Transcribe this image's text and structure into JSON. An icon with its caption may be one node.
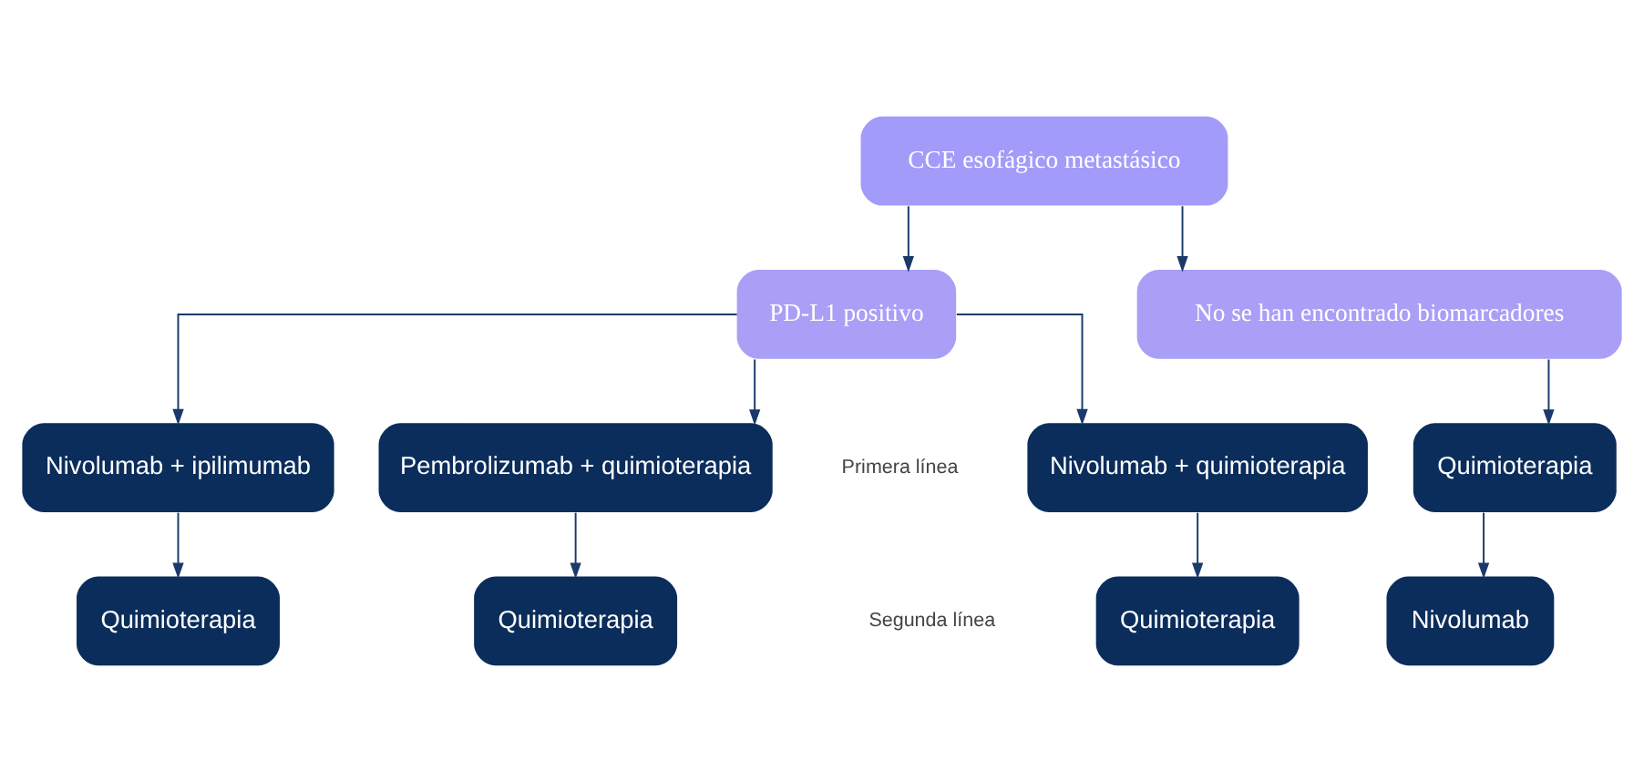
{
  "diagram": {
    "nodes": [
      {
        "text": [
          "CCE esofágico metastásico"
        ]
      },
      {
        "text": [
          "No se han encontrado biomarcadores"
        ]
      },
      {
        "text": [
          "PD-L1 positivo"
        ]
      },
      {
        "text": [
          "Quimioterapia"
        ]
      },
      {
        "text": [
          "Pembrolizumab + quimioterapia"
        ]
      },
      {
        "text": [
          "Nivolumab + quimioterapia"
        ]
      },
      {
        "text": [
          "Nivolumab + ipilimumab"
        ]
      },
      {
        "text": [
          "Nivolumab"
        ]
      },
      {
        "text": [
          "Quimioterapia"
        ]
      },
      {
        "text": [
          "Quimioterapia"
        ]
      },
      {
        "text": [
          "Quimioterapia"
        ]
      }
    ],
    "edges": [
      {
        "from": 0,
        "to": 1,
        "arrow": "to"
      },
      {
        "from": 0,
        "to": 2,
        "arrow": "to"
      },
      {
        "from": 1,
        "to": 3,
        "arrow": "to"
      },
      {
        "from": 2,
        "to": 4,
        "arrow": "to"
      },
      {
        "from": 2,
        "to": 5,
        "arrow": "to"
      },
      {
        "from": 2,
        "to": 6,
        "arrow": "to"
      },
      {
        "from": 3,
        "to": 7,
        "arrow": "to"
      },
      {
        "from": 4,
        "to": 8,
        "arrow": "to"
      },
      {
        "from": 5,
        "to": 9,
        "arrow": "to"
      },
      {
        "from": 6,
        "to": 10,
        "arrow": "to"
      }
    ],
    "labels": [
      "Primera línea",
      "Segunda línea"
    ]
  }
}
